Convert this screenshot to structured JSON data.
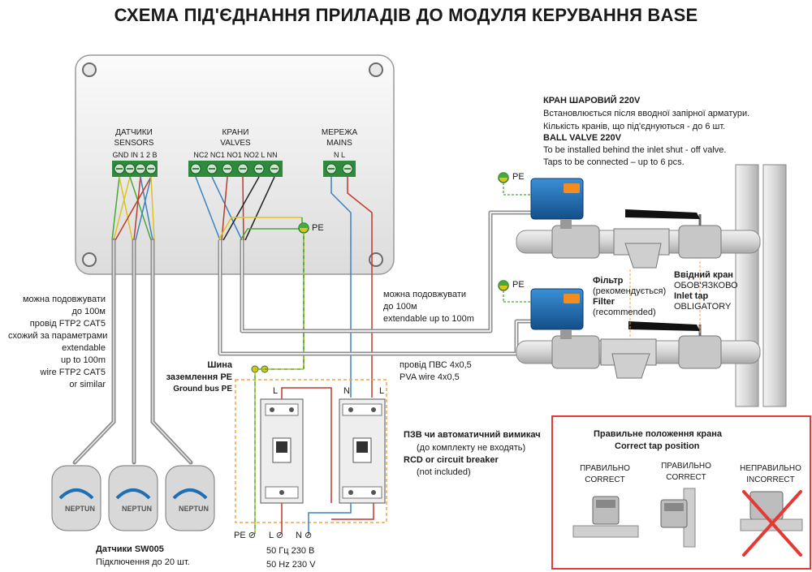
{
  "title": "СХЕМА ПІД'ЄДНАННЯ ПРИЛАДІВ ДО МОДУЛЯ КЕРУВАННЯ BASE",
  "module": {
    "sensors_group": {
      "label_ua": "ДАТЧИКИ",
      "label_en": "SENSORS",
      "terminals": "GND  IN   1 2  B"
    },
    "valves_group": {
      "label_ua": "КРАНИ",
      "label_en": "VALVES",
      "terminals": "NC2 NC1 NO1 NO2  L   NN"
    },
    "mains_group": {
      "label_ua": "МЕРЕЖА",
      "label_en": "MAINS",
      "terminals": "N    L"
    },
    "pe_label": "PE"
  },
  "ball_valve": {
    "title_ua": "КРАН ШАРОВИЙ 220V",
    "line1_ua": "Встановлюється після вводної запірної арматури.",
    "line2_ua": "Кількість кранів, що під'єднуються - до 6 шт.",
    "title_en": "BALL VALVE 220V",
    "line1_en": "To be installed behind the inlet shut - off valve.",
    "line2_en": "Taps to be connected – up to 6 pcs."
  },
  "pe_top": "PE",
  "pe_mid": "PE",
  "filter": {
    "ua": "Фільтр",
    "ua_note": "(рекомендується)",
    "en": "Filter",
    "en_note": "(recommended)"
  },
  "inlet_tap": {
    "ua": "Ввідний кран",
    "ua_note": "ОБОВ'ЯЗКОВО",
    "en": "Inlet tap",
    "en_note": "OBLIGATORY"
  },
  "sensor_cable_note": {
    "ua1": "можна подовжувати",
    "ua2": "до 100м",
    "ua3": "провід FTP2 CAT5",
    "ua4": "схожий за параметрами",
    "en1": "extendable",
    "en2": "up to 100m",
    "en3": "wire FTP2 CAT5",
    "en4": "or similar"
  },
  "valve_cable_note": {
    "ua1": "можна подовжувати",
    "ua2": "до 100м",
    "en": "extendable up to 100m"
  },
  "pvs_wire": {
    "ua": "провід ПВС 4х0,5",
    "en": "PVA wire 4x0,5"
  },
  "ground_bus": {
    "ua1": "Шина",
    "ua2": "заземлення PE",
    "en": "Ground bus PE"
  },
  "breaker": {
    "ua": "ПЗВ чи автоматичний вимикач",
    "ua_note": "(до комплекту не входять)",
    "en": "RCD or circuit breaker",
    "en_note": "(not included)",
    "top_labels": [
      "L",
      "N",
      "L"
    ]
  },
  "power_terminals": {
    "pe": "PE",
    "l": "L",
    "n": "N",
    "symbol": "⊘"
  },
  "power_specs": {
    "ua": "50 Гц   230 В",
    "en": "50 Hz   230 V"
  },
  "sensors": {
    "title": "Датчики SW005",
    "subtitle": "Підключення до 20 шт.",
    "brand": "NEPTUN"
  },
  "correct_position": {
    "title_ua": "Правильне положення крана",
    "title_en": "Correct tap position",
    "items": [
      {
        "ua": "ПРАВИЛЬНО",
        "en": "CORRECT"
      },
      {
        "ua": "ПРАВИЛЬНО",
        "en": "CORRECT"
      },
      {
        "ua": "НЕПРАВИЛЬНО",
        "en": "INCORRECT"
      }
    ]
  },
  "colors": {
    "valve_blue": "#1f6fb5",
    "valve_orange": "#f28c1e",
    "frame_red": "#e53935",
    "dash_orange": "#f4a340",
    "terminal_green": "#2e8b3e",
    "wire_blue": "#3b82c4",
    "wire_red": "#c0392b",
    "wire_yellow": "#e0c21a",
    "wire_green": "#49a83a",
    "cable_gray": "#8e8e8e"
  }
}
